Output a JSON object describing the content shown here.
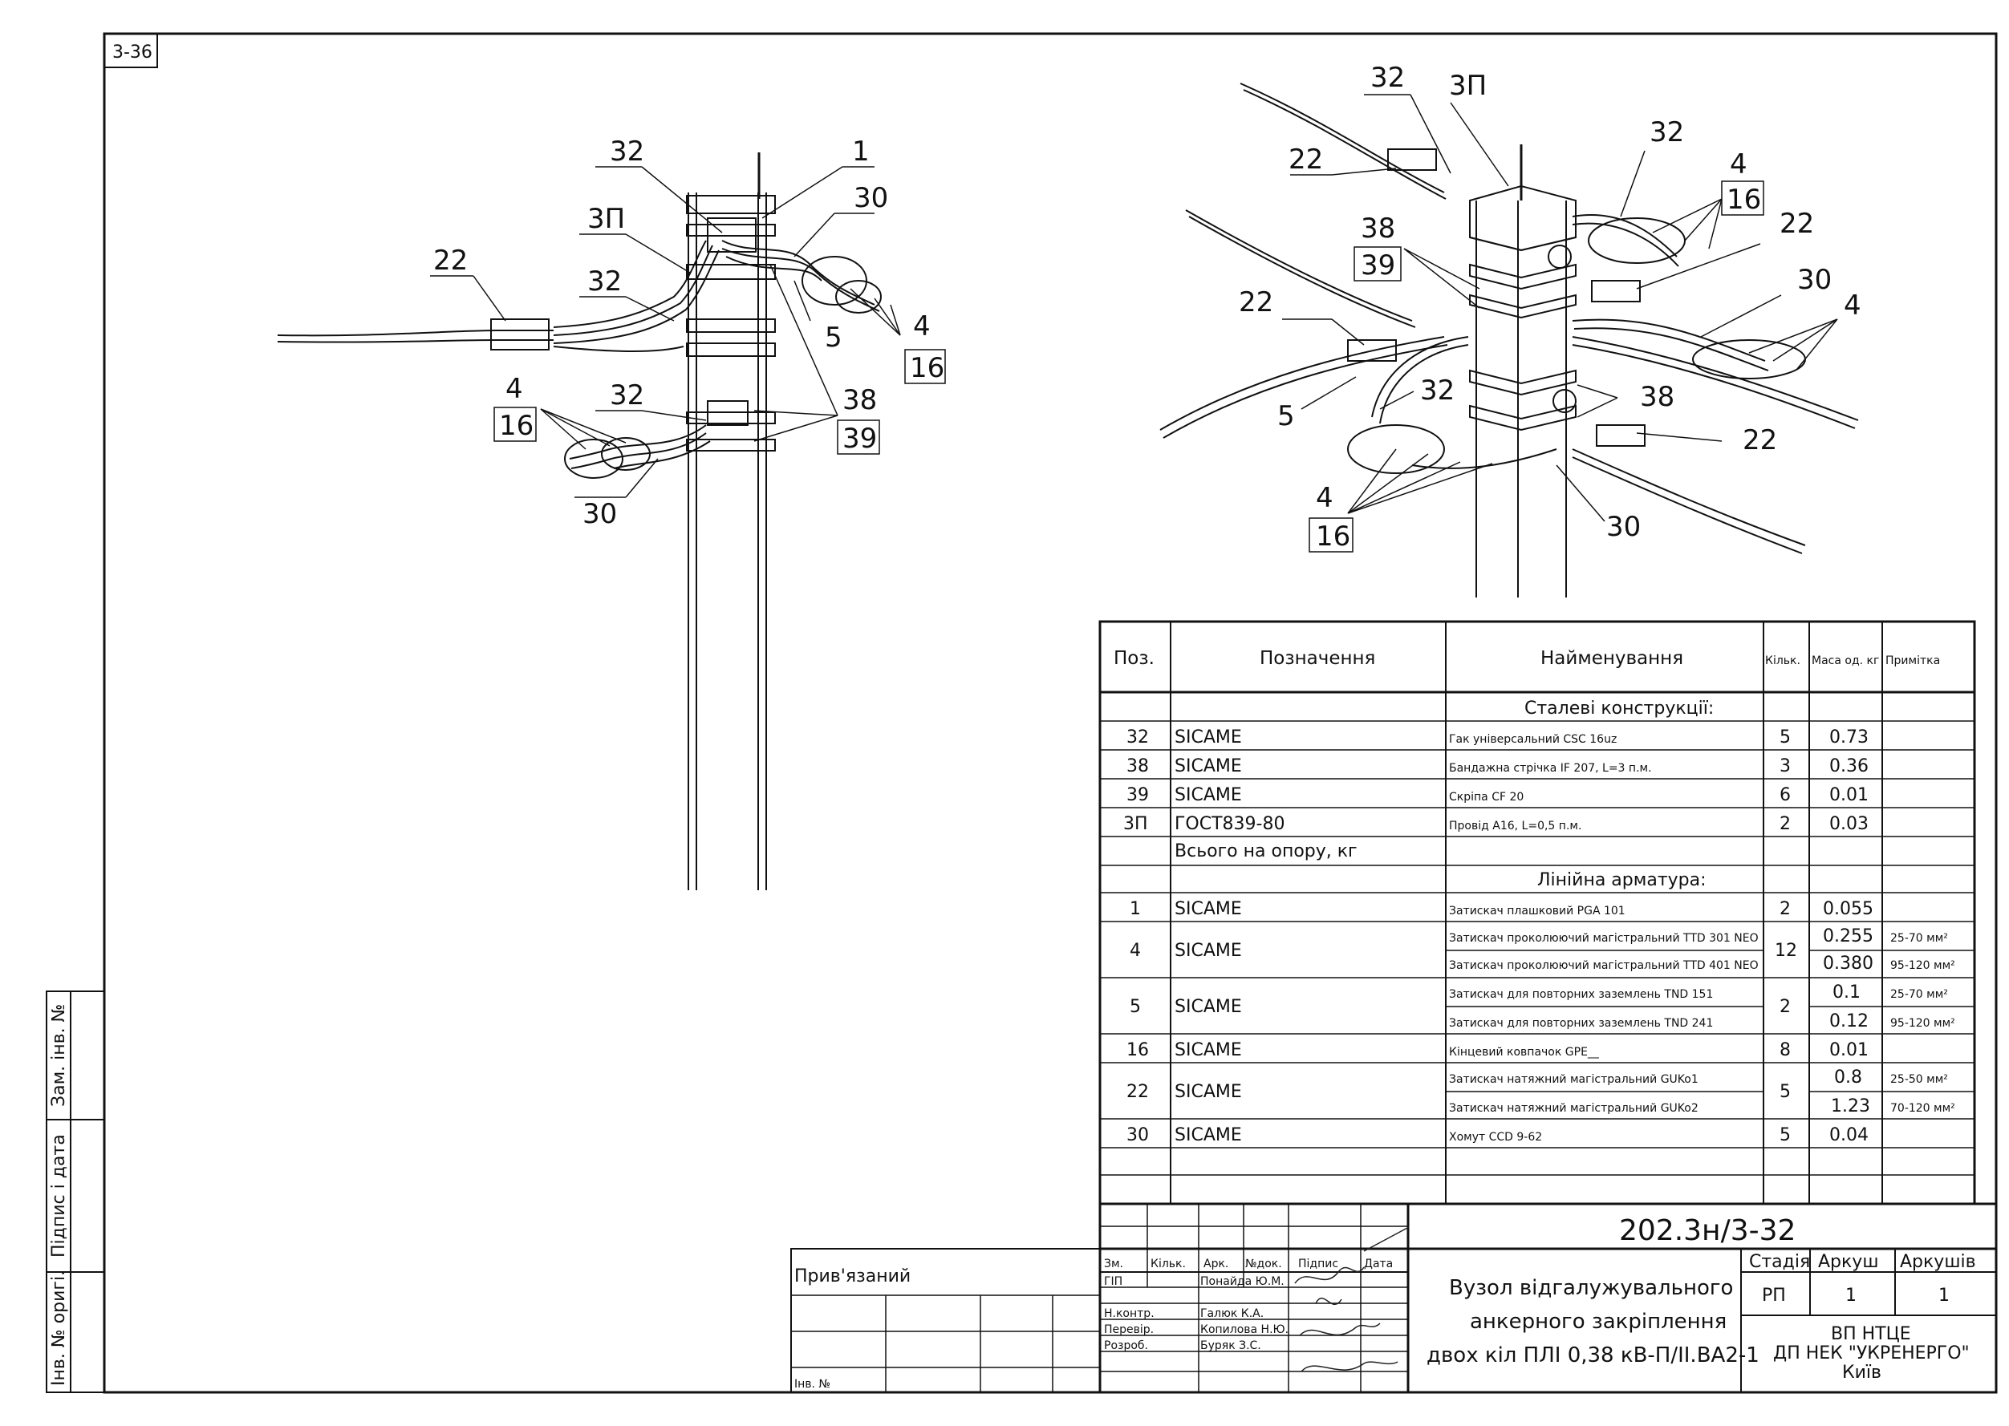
{
  "sheet_number": "3-36",
  "side_stamp": {
    "inv_orig": "Інв. № оригі.",
    "pidpys_data": "Підпис і дата",
    "zam_inv": "Зам. інв. №"
  },
  "callouts_left": [
    "32",
    "1",
    "3П",
    "30",
    "22",
    "32",
    "5",
    "4",
    "16",
    "32",
    "38",
    "4",
    "16",
    "39",
    "30"
  ],
  "callouts_right": [
    "32",
    "3П",
    "32",
    "22",
    "4",
    "16",
    "38",
    "39",
    "22",
    "22",
    "30",
    "4",
    "5",
    "32",
    "38",
    "22",
    "4",
    "16",
    "30"
  ],
  "spec_table": {
    "headers": {
      "pos": "Поз.",
      "designation": "Позначення",
      "name": "Найменування",
      "qty": "Кільк.",
      "mass": "Маса од. кг",
      "note": "Примітка"
    },
    "section_steel": "Сталеві конструкції:",
    "section_line": "Лінійна арматура:",
    "total_label": "Всього на опору, кг",
    "rows": [
      {
        "pos": "32",
        "des": "SICAME",
        "name": "Гак універсальний CSC 16uz",
        "qty": "5",
        "mass": "0.73",
        "note": ""
      },
      {
        "pos": "38",
        "des": "SICAME",
        "name": "Бандажна стрічка IF 207, L=3 п.м.",
        "qty": "3",
        "mass": "0.36",
        "note": ""
      },
      {
        "pos": "39",
        "des": "SICAME",
        "name": "Скріпа CF 20",
        "qty": "6",
        "mass": "0.01",
        "note": ""
      },
      {
        "pos": "3П",
        "des": "ГОСТ839-80",
        "name": "Провід А16, L=0,5 п.м.",
        "qty": "2",
        "mass": "0.03",
        "note": ""
      },
      {
        "pos": "1",
        "des": "SICAME",
        "name": "Затискач плашковий PGA 101",
        "qty": "2",
        "mass": "0.055",
        "note": ""
      },
      {
        "pos": "4",
        "des": "SICAME",
        "name": "Затискач проколюючий магістральний TTD 301 NEO",
        "qty": "12",
        "mass": "0.255",
        "note": "25-70 мм²"
      },
      {
        "pos": "",
        "des": "",
        "name": "Затискач проколюючий магістральний TTD 401 NEO",
        "qty": "",
        "mass": "0.380",
        "note": "95-120 мм²"
      },
      {
        "pos": "5",
        "des": "SICAME",
        "name": "Затискач для повторних заземлень TND 151",
        "qty": "2",
        "mass": "0.1",
        "note": "25-70 мм²"
      },
      {
        "pos": "",
        "des": "",
        "name": "Затискач для повторних заземлень TND 241",
        "qty": "",
        "mass": "0.12",
        "note": "95-120 мм²"
      },
      {
        "pos": "16",
        "des": "SICAME",
        "name": "Кінцевий ковпачок GPE__",
        "qty": "8",
        "mass": "0.01",
        "note": ""
      },
      {
        "pos": "22",
        "des": "SICAME",
        "name": "Затискач натяжний магістральний GUKo1",
        "qty": "5",
        "mass": "0.8",
        "note": "25-50 мм²"
      },
      {
        "pos": "",
        "des": "",
        "name": "Затискач натяжний магістральний GUKo2",
        "qty": "",
        "mass": "1.23",
        "note": "70-120 мм²"
      },
      {
        "pos": "30",
        "des": "SICAME",
        "name": "Хомут CCD 9-62",
        "qty": "5",
        "mass": "0.04",
        "note": ""
      }
    ]
  },
  "title_block": {
    "code": "202.3н/3-32",
    "title_lines": [
      "Вузол відгалужувального",
      "анкерного закріплення",
      "двох кіл ПЛІ 0,38 кВ-П/ІІ.ВА2-1"
    ],
    "col_headers": [
      "Зм.",
      "Кільк.",
      "Арк.",
      "№док.",
      "Підпис",
      "Дата"
    ],
    "roles": [
      "ГІП",
      "Н.контр.",
      "Перевір.",
      "Розроб."
    ],
    "names": [
      "Понайда Ю.М.",
      "Галюк К.А.",
      "Копилова Н.Ю.",
      "Буряк З.С."
    ],
    "stage_label": "Стадія",
    "sheet_label": "Аркуш",
    "sheets_label": "Аркушів",
    "stage": "РП",
    "sheet": "1",
    "sheets": "1",
    "org": [
      "ВП НТЦЕ",
      "ДП НЕК \"УКРЕНЕРГО\"",
      "Київ"
    ],
    "pryviazanyi": "Прив'язаний",
    "inv_no": "Інв. №"
  }
}
